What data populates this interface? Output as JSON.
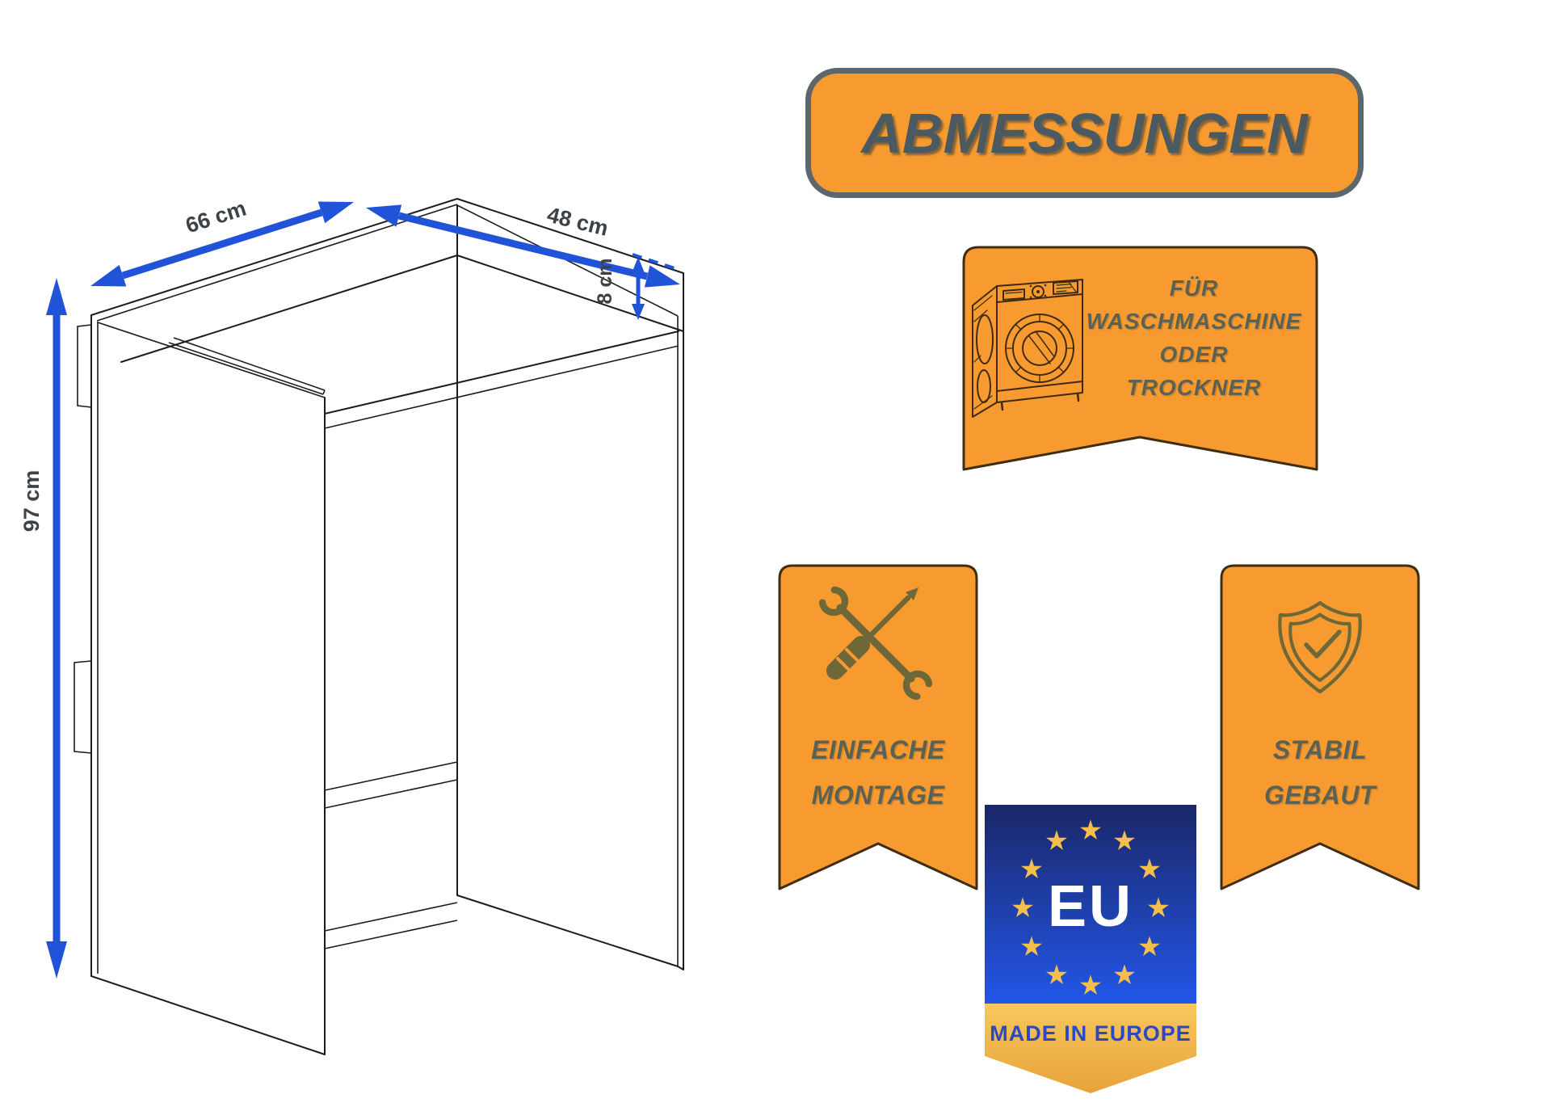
{
  "title_banner": {
    "label": "ABMESSUNGEN"
  },
  "diagram": {
    "dimensions": {
      "width": "66 cm",
      "depth": "48 cm",
      "height": "97 cm",
      "top_gap": "8 cm"
    }
  },
  "badges": {
    "appliance": {
      "icon": "washing-machine-icon",
      "lines": [
        "FÜR",
        "WASCHMASCHINE",
        "ODER",
        "TROCKNER"
      ]
    },
    "assembly": {
      "icon": "tools-icon",
      "lines": [
        "EINFACHE",
        "MONTAGE"
      ]
    },
    "stability": {
      "icon": "shield-check-icon",
      "lines": [
        "STABIL",
        "GEBAUT"
      ]
    },
    "origin": {
      "icon": "eu-stars-icon",
      "label": "EU",
      "caption": "MADE IN EUROPE",
      "star_count": 12
    }
  },
  "colors": {
    "accent_orange": "#F79B30",
    "dimension_blue": "#2153D8",
    "banner_border": "#5B676C",
    "banner_text": "#4B5A60",
    "badge_border": "#402D12",
    "badge_text": "#5C6253",
    "eu_blue_top": "#1A2768",
    "eu_blue_bottom": "#2256E8",
    "eu_gold": "#F3BE4B",
    "eu_caption_blue": "#2B49C4"
  }
}
